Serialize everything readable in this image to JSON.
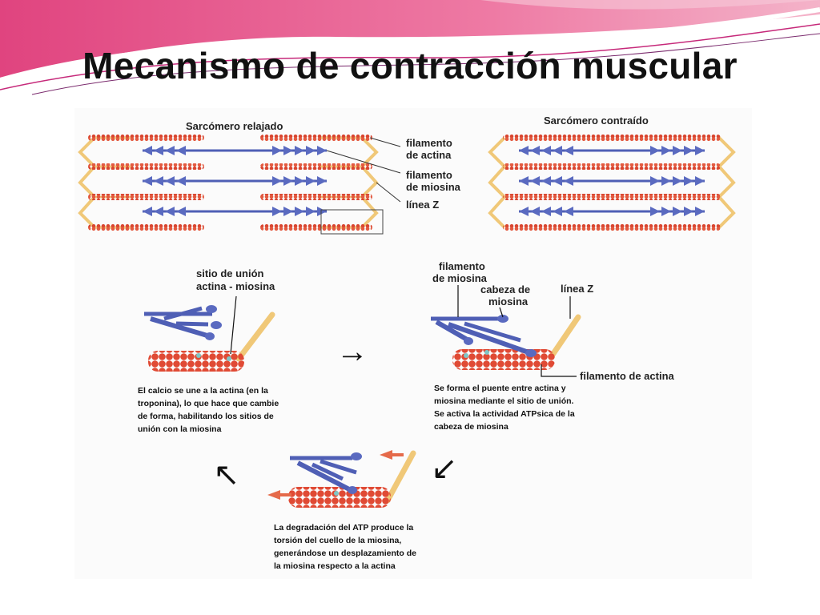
{
  "slide": {
    "title": "Mecanismo de contracción muscular"
  },
  "sarcomeres": {
    "relaxed_title": "Sarcómero relajado",
    "contracted_title": "Sarcómero contraído",
    "labels": {
      "actin": [
        "filamento",
        "de actina"
      ],
      "myosin": [
        "filamento",
        "de miosina"
      ],
      "z_line": "línea Z"
    }
  },
  "steps": {
    "step1": {
      "label": [
        "sitio de unión",
        "actina - miosina"
      ],
      "caption": [
        "El calcio se une a la actina (en la",
        "troponina), lo que hace que cambie",
        "de forma, habilitando los sitios de",
        "unión con la miosina"
      ]
    },
    "step2": {
      "label_filament": [
        "filamento",
        "de miosina"
      ],
      "label_head": [
        "cabeza de",
        "miosina"
      ],
      "label_z": "línea Z",
      "label_actin": "filamento de actina",
      "caption": [
        "Se forma el puente entre actina y",
        "miosina mediante el sitio de unión.",
        "Se activa la actividad ATPsica de la",
        "cabeza de miosina"
      ]
    },
    "step3": {
      "caption": [
        "La degradación del ATP produce la",
        "torsión del cuello de la miosina,",
        "generándose un desplazamiento de",
        "la miosina respecto a la actina"
      ]
    }
  },
  "arrows": {
    "right": "→",
    "down_left": "↙",
    "up_left": "↖"
  },
  "colors": {
    "actin": "#d9452f",
    "myosin": "#4f5fb5",
    "z_line": "#f0c878",
    "binding_site": "#7fc6c6",
    "banner_pink": "#e6578c"
  }
}
